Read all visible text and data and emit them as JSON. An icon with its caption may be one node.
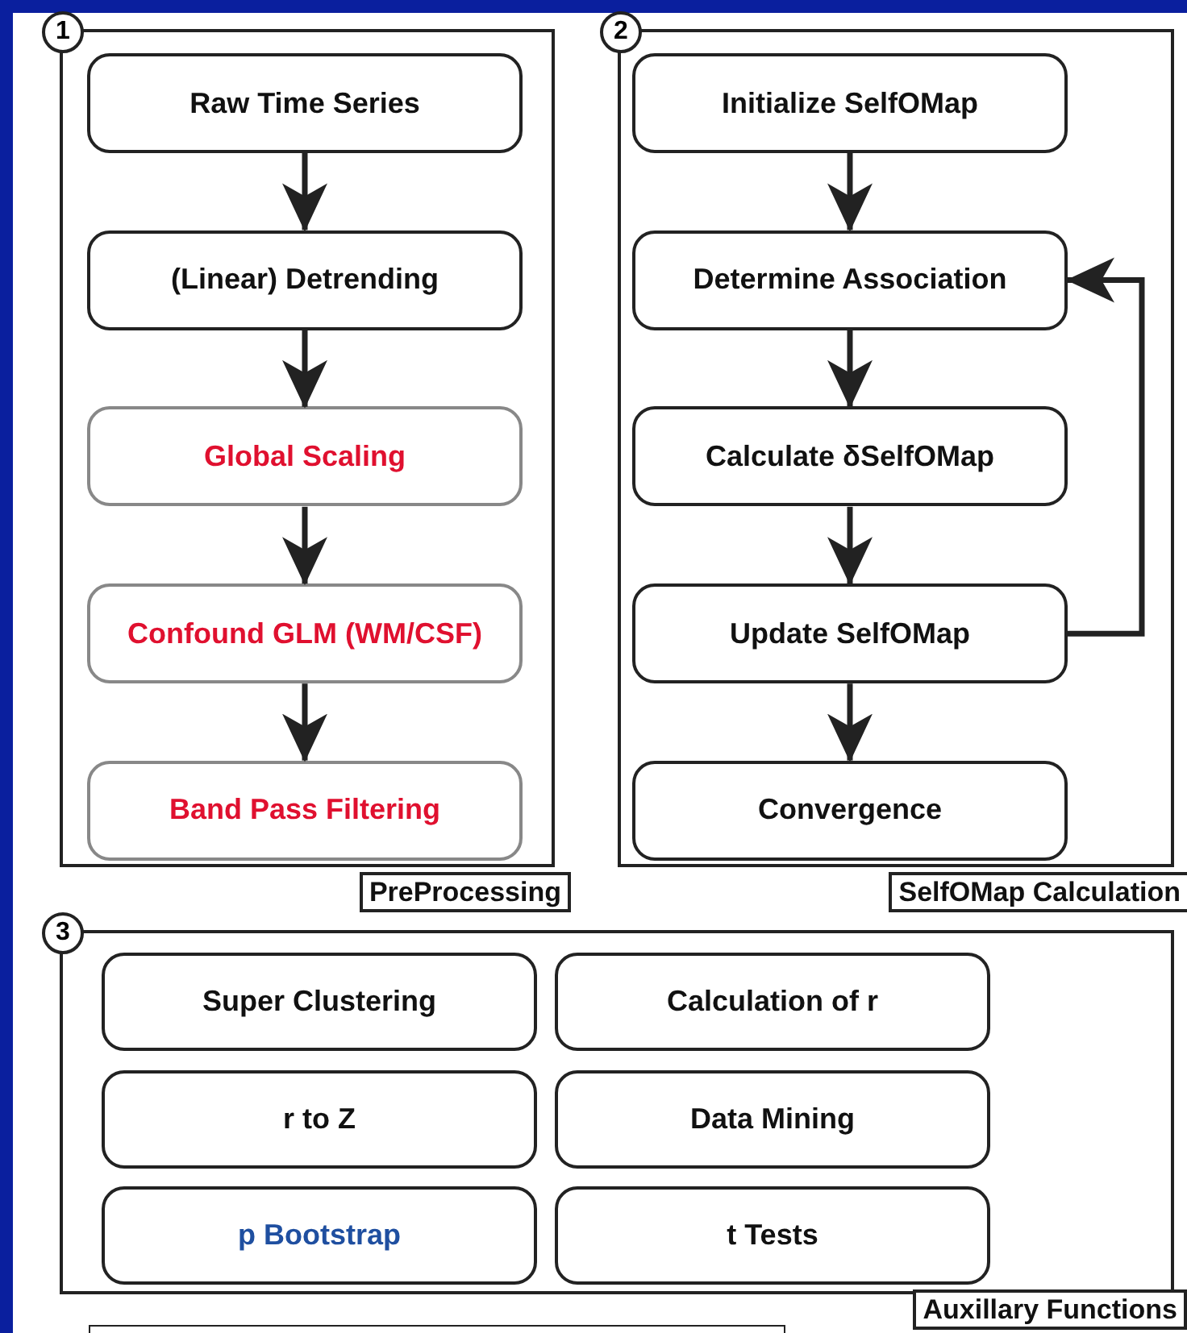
{
  "diagram": {
    "nodes": [
      {
        "text": [
          "1",
          "PreProcessing"
        ]
      },
      {
        "text": [
          "Raw Time Series"
        ],
        "in": 0
      },
      {
        "text": [
          "(Linear) Detrending"
        ],
        "in": 0
      },
      {
        "text": [
          "Global Scaling"
        ],
        "in": 0
      },
      {
        "text": [
          "Confound GLM (WM/CSF)"
        ],
        "in": 0
      },
      {
        "text": [
          "Band Pass Filtering"
        ],
        "in": 0
      },
      {
        "text": [
          "2",
          "SelfOMap Calculation"
        ]
      },
      {
        "text": [
          "Initialize SelfOMap"
        ],
        "in": 6
      },
      {
        "text": [
          "Determine Association"
        ],
        "in": 6
      },
      {
        "text": [
          "Calculate δSelfOMap"
        ],
        "in": 6
      },
      {
        "text": [
          "Update SelfOMap"
        ],
        "in": 6
      },
      {
        "text": [
          "Convergence"
        ],
        "in": 6
      },
      {
        "text": [
          "3",
          "Auxillary Functions"
        ]
      },
      {
        "text": [
          "Super Clustering"
        ],
        "in": 12
      },
      {
        "text": [
          "Calculation of r"
        ],
        "in": 12
      },
      {
        "text": [
          "r to Z"
        ],
        "in": 12
      },
      {
        "text": [
          "Data Mining"
        ],
        "in": 12
      },
      {
        "text": [
          "p Bootstrap"
        ],
        "in": 12
      },
      {
        "text": [
          "t Tests"
        ],
        "in": 12
      }
    ],
    "edges": [
      {
        "from": 1,
        "to": 2,
        "arrow": "to"
      },
      {
        "from": 2,
        "to": 3,
        "arrow": "to"
      },
      {
        "from": 3,
        "to": 4,
        "arrow": "to"
      },
      {
        "from": 4,
        "to": 5,
        "arrow": "to"
      },
      {
        "from": 7,
        "to": 8,
        "arrow": "to"
      },
      {
        "from": 8,
        "to": 9,
        "arrow": "to"
      },
      {
        "from": 9,
        "to": 10,
        "arrow": "to"
      },
      {
        "from": 10,
        "to": 11,
        "arrow": "to"
      },
      {
        "from": 10,
        "to": 8,
        "arrow": "to"
      }
    ]
  }
}
